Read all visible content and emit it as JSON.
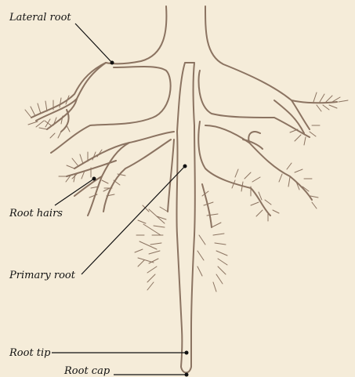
{
  "labels": {
    "lateral_root": "Lateral root",
    "root_hairs": "Root hairs",
    "primary_root": "Primary root",
    "root_tip": "Root tip",
    "root_cap": "Root cap"
  },
  "colors": {
    "background": "#f5ecd9",
    "root": "#8b7361",
    "leader": "#111111"
  }
}
